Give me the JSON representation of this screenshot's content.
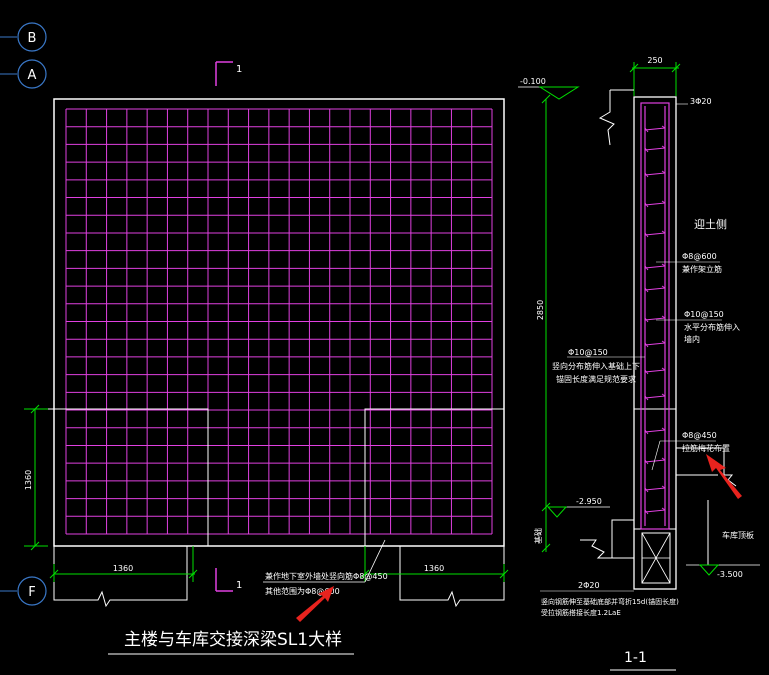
{
  "axis_bubbles": [
    "B",
    "A",
    "F"
  ],
  "section_marks": [
    "1",
    "1"
  ],
  "plan": {
    "dim_height": "1360",
    "dim_left": "1360",
    "dim_right": "1360",
    "note_line1": "兼作地下室外墙处竖向筋Φ8@450",
    "note_line2": "其他范围为Φ8@600",
    "title": "主楼与车库交接深梁SL1大样"
  },
  "section": {
    "label": "1-1",
    "width_dim": "250",
    "height_dim": "2850",
    "elev_top": "-0.100",
    "elev_mid": "-2.950",
    "elev_bottom": "-3.500",
    "top_bars": "3Φ20",
    "bottom_bars": "2Φ20",
    "soil_side": "迎土侧",
    "call_1a": "Φ8@600",
    "call_1b": "兼作架立筋",
    "call_2a": "Φ10@150",
    "call_2b": "水平分布筋伸入",
    "call_2c": "墙内",
    "call_3a": "Φ10@150",
    "call_3b": "竖向分布筋伸入基础上下",
    "call_3c": "锚固长度满足规范要求",
    "call_4a": "Φ8@450",
    "call_4b": "拉筋梅花布置",
    "garage_slab": "车库顶板",
    "left_small": "基础",
    "bottom_note1": "竖向钢筋伸至基础底部并弯折15d(锚固长度)",
    "bottom_note2": "受拉钢筋搭接长度1.2LaE"
  },
  "colors": {
    "background": "#000000",
    "outline": "#ffffff",
    "grid": "#e040e0",
    "dimension": "#00e000",
    "arrow": "#e8231e"
  }
}
